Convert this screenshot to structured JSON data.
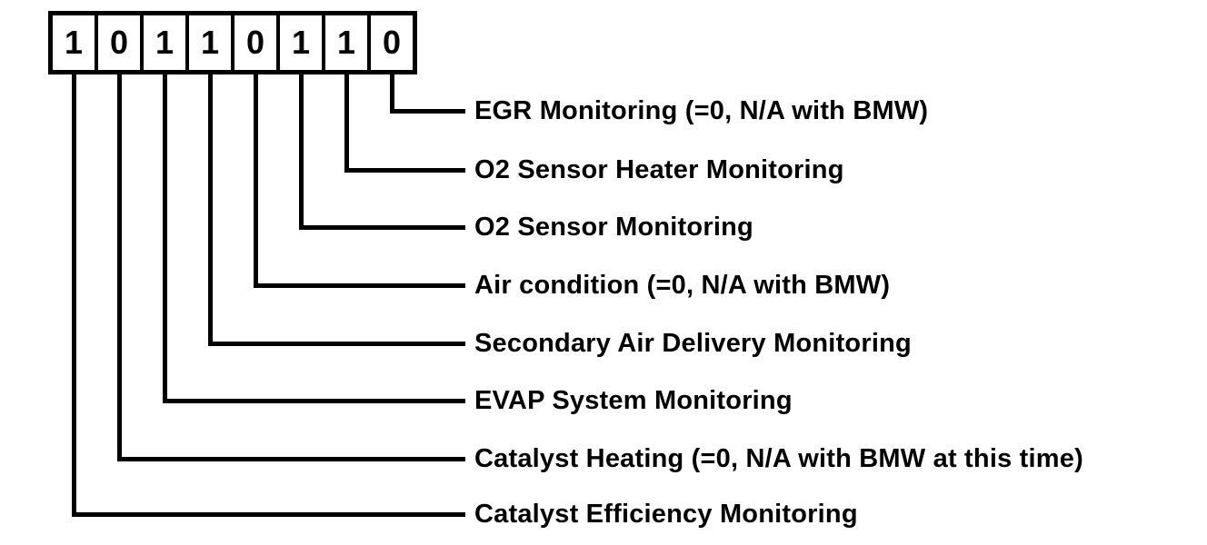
{
  "colors": {
    "ink": "#000000",
    "background": "#ffffff"
  },
  "diagram": {
    "bits": [
      "1",
      "0",
      "1",
      "1",
      "0",
      "1",
      "1",
      "0"
    ],
    "rows": [
      {
        "label": "EGR Monitoring (=0, N/A with BMW)"
      },
      {
        "label": "O2 Sensor Heater Monitoring"
      },
      {
        "label": "O2 Sensor Monitoring"
      },
      {
        "label": "Air condition (=0, N/A with BMW)"
      },
      {
        "label": "Secondary Air Delivery Monitoring"
      },
      {
        "label": "EVAP System Monitoring"
      },
      {
        "label": "Catalyst Heating (=0, N/A with BMW at this time)"
      },
      {
        "label": "Catalyst Efficiency Monitoring"
      }
    ]
  }
}
